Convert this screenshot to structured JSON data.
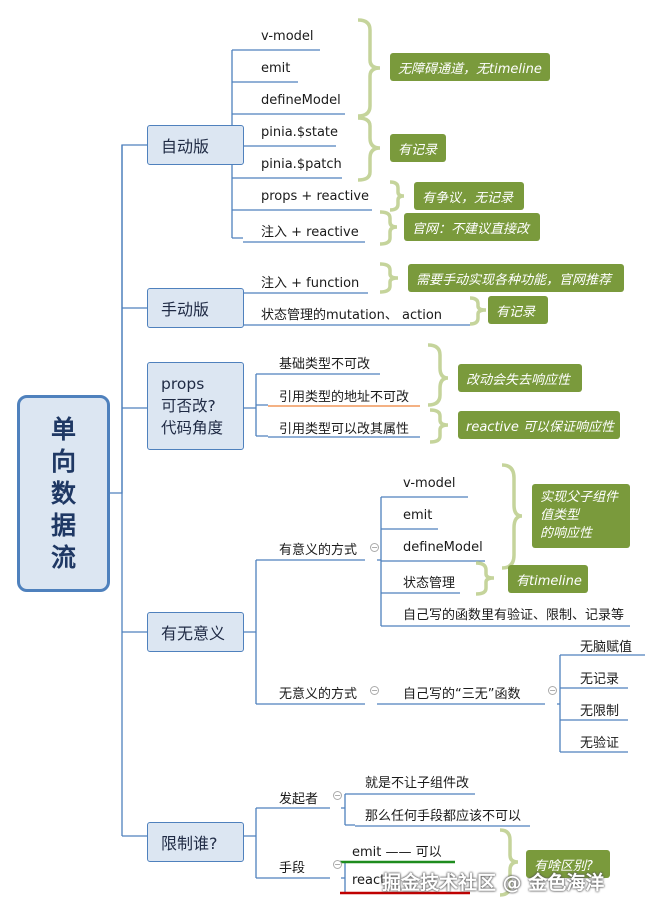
{
  "root": {
    "chars": [
      "单",
      "向",
      "数",
      "据",
      "流"
    ]
  },
  "sections": {
    "auto": {
      "label": "自动版",
      "items": [
        "v-model",
        "emit",
        "defineModel",
        "pinia.$state",
        "pinia.$patch",
        "props + reactive",
        "注入 + reactive"
      ],
      "notes": [
        "无障碍通道，无timeline",
        "有记录",
        "有争议，无记录",
        "官网：不建议直接改"
      ]
    },
    "manual": {
      "label": "手动版",
      "items": [
        "注入 + function",
        "状态管理的mutation、 action"
      ],
      "notes": [
        "需要手动实现各种功能，官网推荐",
        "有记录"
      ]
    },
    "props": {
      "label_lines": [
        "props",
        "可否改?",
        "代码角度"
      ],
      "items": [
        "基础类型不可改",
        "引用类型的地址不可改",
        "引用类型可以改其属性"
      ],
      "notes": [
        "改动会失去响应性",
        "reactive 可以保证响应性"
      ]
    },
    "meaning": {
      "label": "有无意义",
      "meaningful": {
        "label": "有意义的方式",
        "items": [
          "v-model",
          "emit",
          "defineModel",
          "状态管理",
          "自己写的函数里有验证、限制、记录等"
        ],
        "notes": [
          [
            "实现父子组件",
            "值类型",
            "的响应性"
          ],
          "有timeline"
        ]
      },
      "meaningless": {
        "label": "无意义的方式",
        "child": "自己写的“三无”函数",
        "items": [
          "无脑赋值",
          "无记录",
          "无限制",
          "无验证"
        ]
      }
    },
    "limit": {
      "label": "限制谁?",
      "initiator": {
        "label": "发起者",
        "items": [
          "就是不让子组件改",
          "那么任何手段都应该不可以"
        ]
      },
      "means": {
        "label": "手段",
        "items": [
          "emit —— 可以",
          "react"
        ],
        "note": "有啥区别?"
      }
    }
  },
  "watermark": "掘金技术社区 @ 金色海洋",
  "colors": {
    "line": "#4f81bd",
    "bracket": "#c5d49b",
    "note": "#7a9a3c",
    "orange": "#f4b183",
    "green": "#1e8c1e",
    "red": "#c00000"
  }
}
